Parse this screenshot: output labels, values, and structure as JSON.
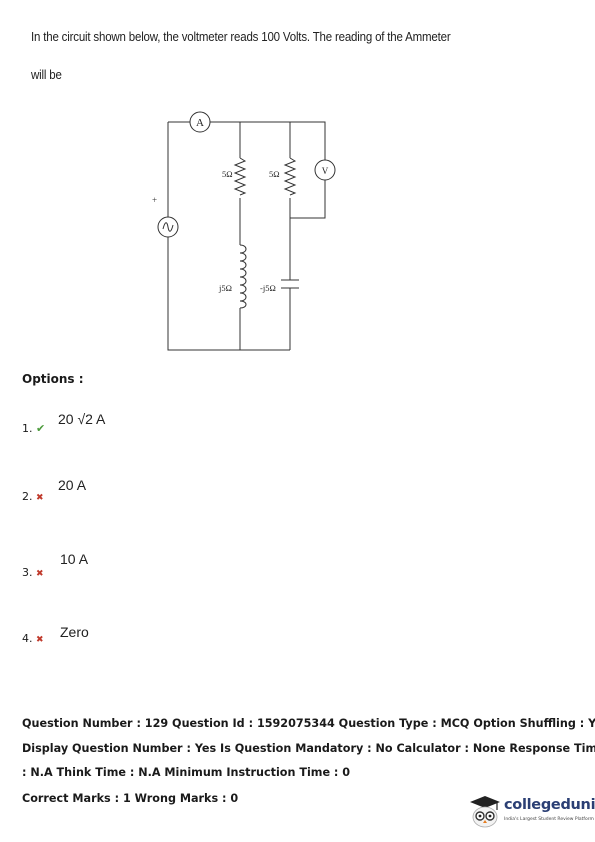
{
  "question": {
    "line1": "In the circuit shown below, the voltmeter reads 100 Volts. The reading of the Ammeter",
    "line2": "will be"
  },
  "circuit": {
    "ammeter": "A",
    "voltmeter": "V",
    "plus": "+",
    "r1": "5Ω",
    "r2": "5Ω",
    "l1": "j5Ω",
    "c1": "-j5Ω"
  },
  "options_heading": "Options :",
  "options": [
    {
      "num": "1.",
      "mark": "✔",
      "text": "20 √2 A"
    },
    {
      "num": "2.",
      "mark": "✖",
      "text": "20 A"
    },
    {
      "num": "3.",
      "mark": "✖",
      "text": "10 A"
    },
    {
      "num": "4.",
      "mark": "✖",
      "text": "Zero"
    }
  ],
  "meta": {
    "line1": "Question Number : 129 Question Id : 1592075344 Question Type : MCQ Option Shuffling : Yes",
    "line2": "Display Question Number : Yes Is Question Mandatory : No Calculator : None Response Time",
    "line3": ": N.A Think Time : N.A Minimum Instruction Time : 0",
    "line4": "Correct Marks : 1 Wrong Marks : 0"
  },
  "logo": {
    "brand": "collegedunia",
    "tagline": "India's Largest Student Review Platform",
    "icon": "graduation-owl-icon",
    "color": "#2b3f74"
  },
  "colors": {
    "correct": "#4a9a3a",
    "wrong": "#c0392b"
  }
}
